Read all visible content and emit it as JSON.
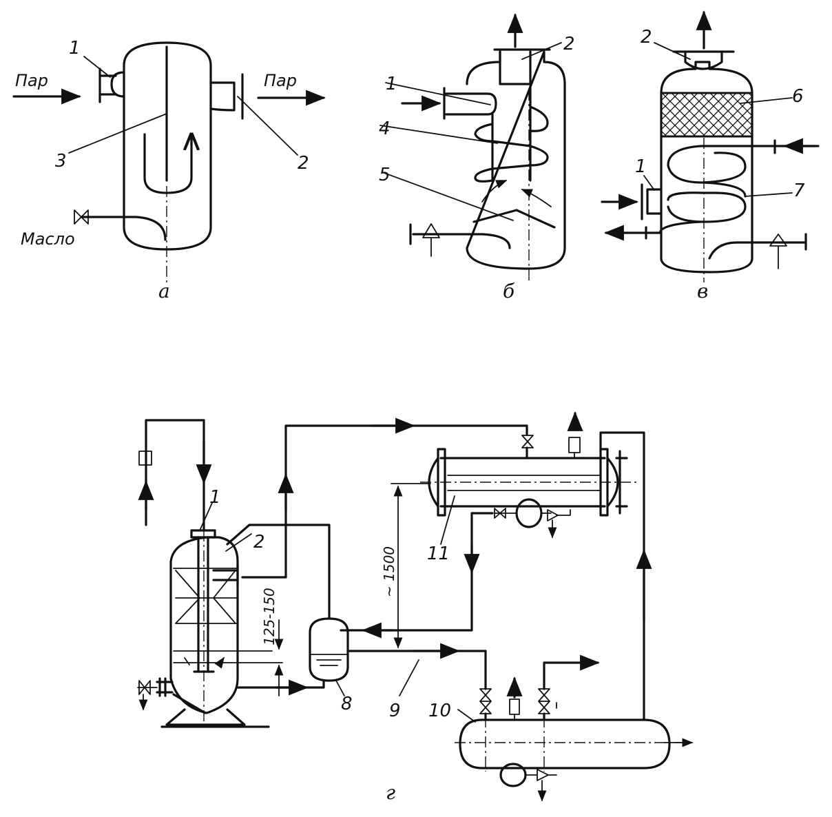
{
  "flow_labels": {
    "steam_in": "Пар",
    "steam_out": "Пар",
    "oil": "Масло"
  },
  "sublabels": {
    "a": "а",
    "b": "б",
    "v": "в",
    "g": "г"
  },
  "callouts_a": {
    "n1": "1",
    "n2": "2",
    "n3": "3"
  },
  "callouts_b": {
    "n1": "1",
    "n2": "2",
    "n4": "4",
    "n5": "5"
  },
  "callouts_v": {
    "n1": "1",
    "n2": "2",
    "n6": "6",
    "n7": "7"
  },
  "callouts_g": {
    "n1": "1",
    "n2": "2",
    "n8": "8",
    "n9": "9",
    "n10": "10",
    "n11": "11"
  },
  "dimensions": {
    "level_gap": "125-150",
    "height": "~ 1500"
  }
}
